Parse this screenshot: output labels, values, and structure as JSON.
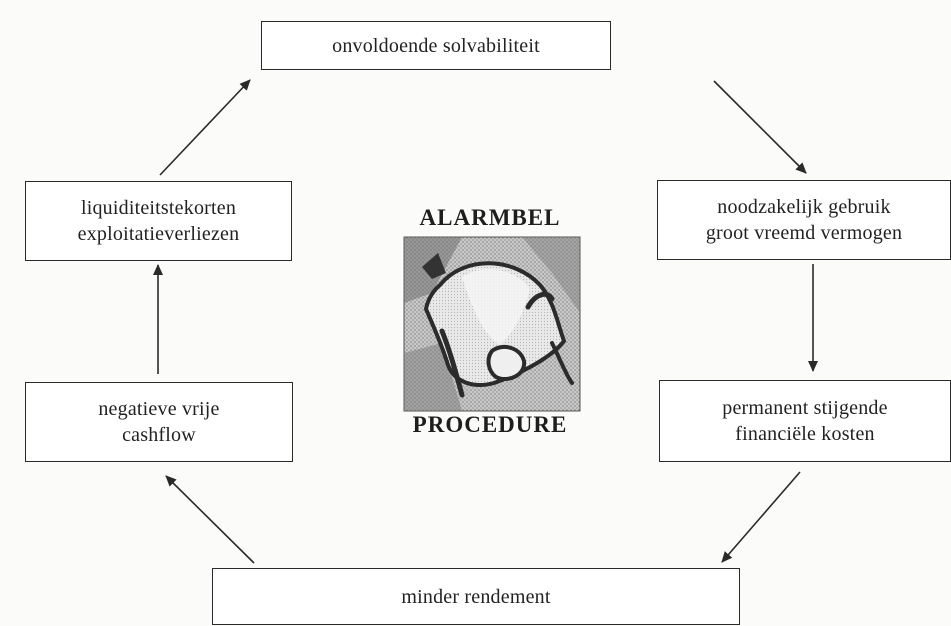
{
  "boxes": {
    "top": "onvoldoende solvabiliteit",
    "right_upper": [
      "noodzakelijk gebruik",
      "groot vreemd vermogen"
    ],
    "right_lower": [
      "permanent stijgende",
      "financiële kosten"
    ],
    "bottom": "minder rendement",
    "left_lower": [
      "negatieve vrije",
      "cashflow"
    ],
    "left_upper": [
      "liquiditeitstekorten",
      "exploitatieverliezen"
    ]
  },
  "center": {
    "title_top": "ALARMBEL",
    "title_bottom": "PROCEDURE",
    "logo_icon": "alarm-bell-icon"
  }
}
